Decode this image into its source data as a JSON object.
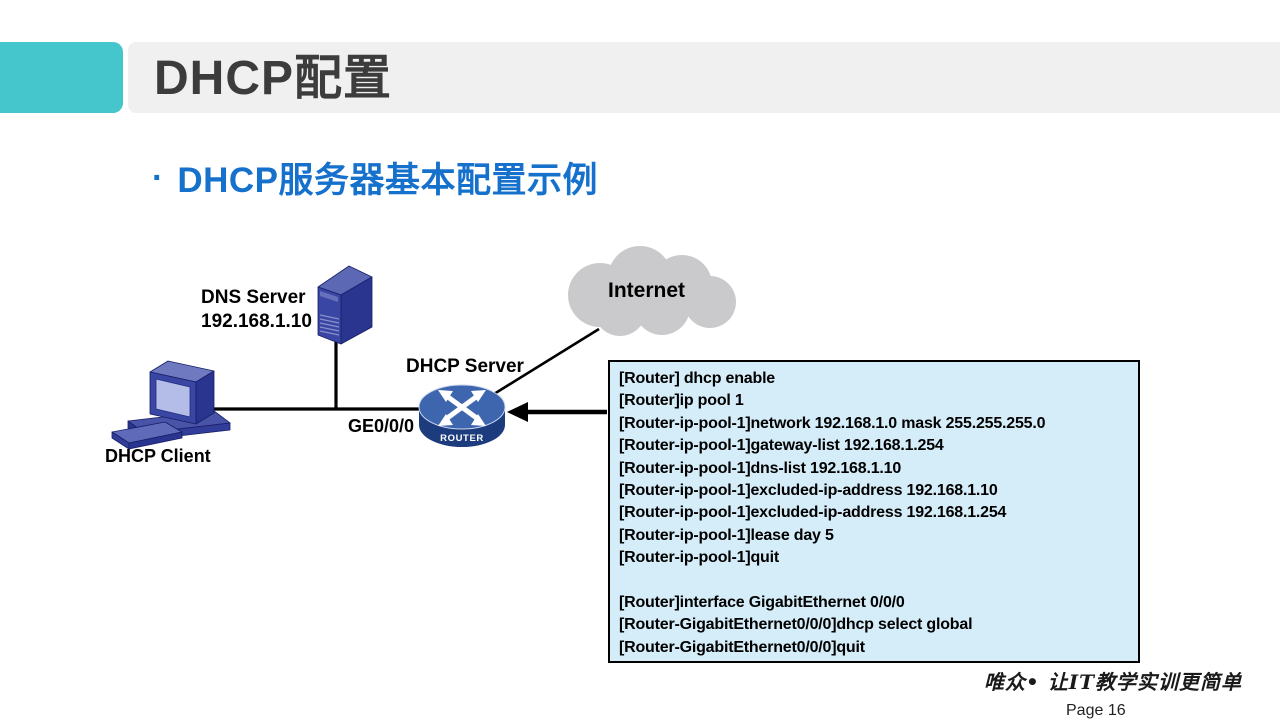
{
  "slide": {
    "title": "DHCP配置",
    "bullet_glyph": "·",
    "heading": "DHCP服务器基本配置示例"
  },
  "colors": {
    "accent_teal": "#45C5CC",
    "header_bar_bg": "#F0F0F0",
    "title_text": "#3C3C3C",
    "heading_blue": "#1571CC",
    "config_box_bg": "#D5EDF9",
    "config_box_border": "#000000",
    "device_navy": "#2A3590",
    "router_top_blue": "#3E66AE",
    "router_body_blue": "#1C3C7E",
    "cloud_gray": "#CACACC",
    "line_black": "#000000"
  },
  "diagram": {
    "nodes": {
      "dns_server": {
        "name": "DNS Server",
        "ip": "192.168.1.10"
      },
      "dhcp_client": {
        "label": "DHCP Client"
      },
      "router": {
        "label": "DHCP Server",
        "interface_label": "GE0/0/0",
        "device_text": "ROUTER"
      },
      "internet": {
        "label": "Internet"
      }
    }
  },
  "config_box": {
    "lines": [
      "[Router] dhcp enable",
      "[Router]ip pool 1",
      "[Router-ip-pool-1]network 192.168.1.0 mask 255.255.255.0",
      "[Router-ip-pool-1]gateway-list 192.168.1.254",
      "[Router-ip-pool-1]dns-list 192.168.1.10",
      "[Router-ip-pool-1]excluded-ip-address 192.168.1.10",
      "[Router-ip-pool-1]excluded-ip-address 192.168.1.254",
      "[Router-ip-pool-1]lease day 5",
      "[Router-ip-pool-1]quit",
      "",
      "[Router]interface GigabitEthernet 0/0/0",
      "[Router-GigabitEthernet0/0/0]dhcp select global",
      "[Router-GigabitEthernet0/0/0]quit"
    ]
  },
  "footer": {
    "slogan": "唯众• 让IT教学实训更简单",
    "page": "Page 16"
  }
}
